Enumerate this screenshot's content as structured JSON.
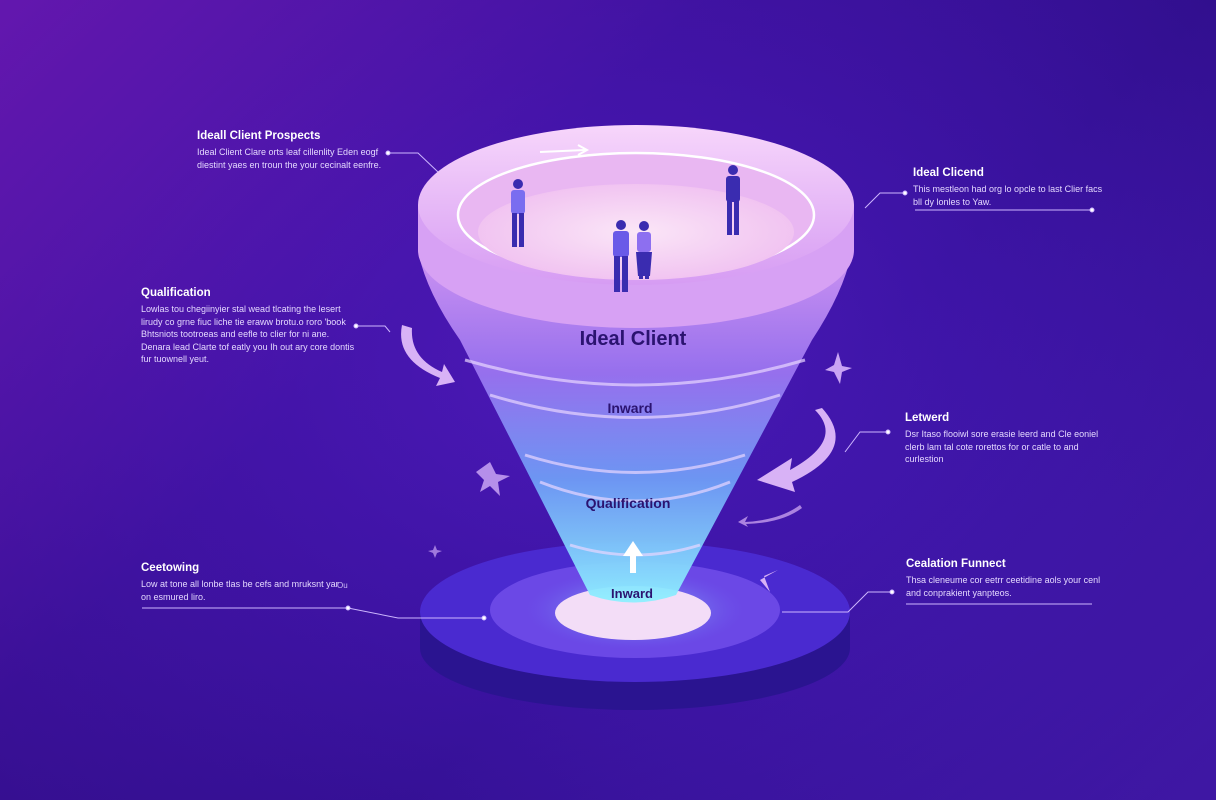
{
  "funnel": {
    "bands": [
      "Ideal Client",
      "Inward",
      "Qualification",
      "Inward"
    ]
  },
  "notes": [
    {
      "title": "Ideall Client Prospects",
      "body": "Ideal Client Clare orts leaf cillenlity Eden eogf diestint yaes en troun the your cecinalt eenfre."
    },
    {
      "title": "Ideal Clicend",
      "body": "This mestleon had org lo opcle to last Clier facs bll dy lonles to Yaw."
    },
    {
      "title": "Qualification",
      "body": "Lowlas tou chegiinyier stal wead tlcating the lesert lirudy co grne fiuc liche tie eraww brotu.o roro 'book Bhtsniots tootroeas and eefle to clier for ni ane. Denara lead Clarte tof eatly you Ih out ary core dontis fur tuownell yeut."
    },
    {
      "title": "Letwerd",
      "body": "Dsr Itaso flooiwl sore erasie leerd and Cle eoniel clerb lam tal cote rorettos for or catle to and curlestion"
    },
    {
      "title": "Ceetowing",
      "body": "Low at tone all lonbe tlas be cefs and mruksnt yar on esmured liro.",
      "aside": "Ou"
    },
    {
      "title": "Cealation Funnect",
      "body": "Thsa cleneume cor eetrr ceetidine aols your cenl and conprakient yanpteos."
    }
  ],
  "colors": {
    "background": "#3d14a6",
    "rim": "#f0c8f8",
    "floor": "#f6d8f4",
    "cone_top": "#c78cf3",
    "cone_bottom": "#7fd8ff",
    "base": "#5a33d6",
    "label": "#2b1370"
  }
}
